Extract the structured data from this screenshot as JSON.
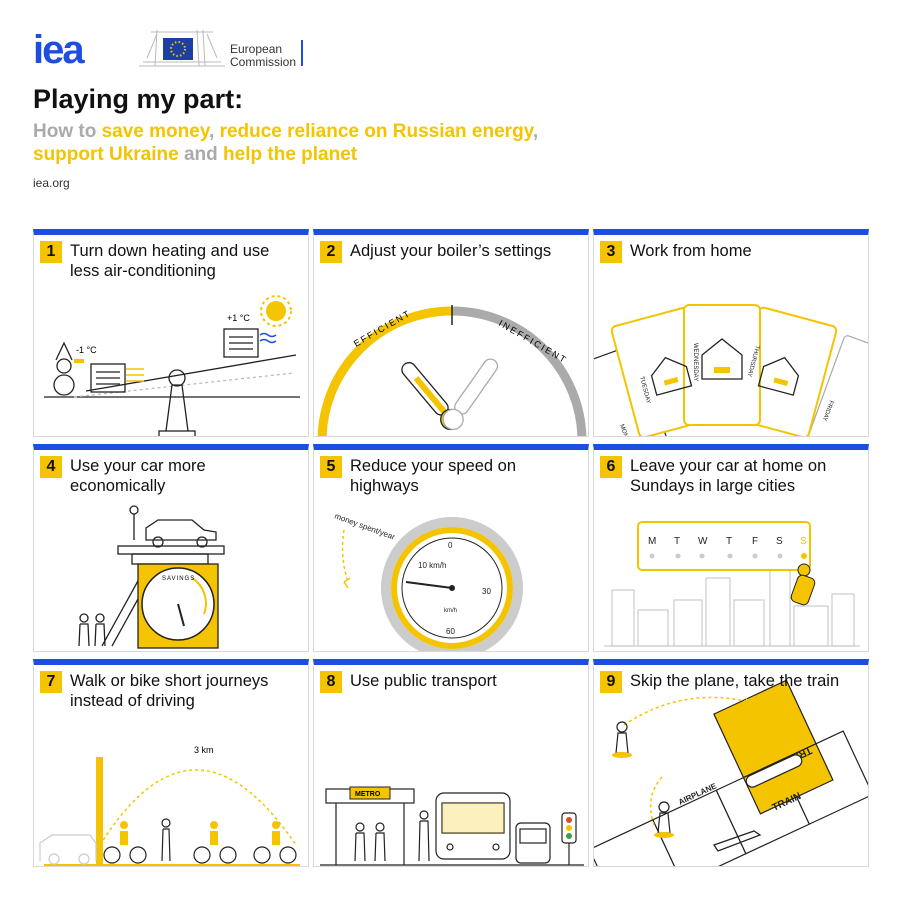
{
  "header": {
    "logo_text": "iea",
    "partner": "European Commission",
    "partner_line1": "European",
    "partner_line2": "Commission",
    "title": "Playing my part:",
    "subtitle_parts": [
      "How to ",
      "save money",
      ", ",
      "reduce reliance on Russian energy",
      ", ",
      "support Ukraine",
      " and ",
      "help the planet"
    ],
    "site": "iea.org"
  },
  "colors": {
    "accent_blue": "#1d4ee0",
    "accent_yellow": "#f4c400",
    "grey": "#aaaaaa"
  },
  "cards": [
    {
      "num": "1",
      "title": "Turn down heating and use less air-conditioning",
      "labels": [
        "-1 °C",
        "+1 °C"
      ]
    },
    {
      "num": "2",
      "title": "Adjust your boiler’s settings",
      "labels": [
        "EFFICIENT",
        "INEFFICIENT"
      ]
    },
    {
      "num": "3",
      "title": "Work from home",
      "labels": [
        "MONDAY",
        "TUESDAY",
        "WEDNESDAY",
        "THURSDAY",
        "FRIDAY"
      ]
    },
    {
      "num": "4",
      "title": "Use your car more economically",
      "labels": [
        "SAVINGS"
      ]
    },
    {
      "num": "5",
      "title": "Reduce your speed on highways",
      "labels": [
        "money spent/year",
        "10 km/h",
        "0",
        "30",
        "60",
        "km/h"
      ]
    },
    {
      "num": "6",
      "title": "Leave your car at home on Sundays in large cities",
      "labels": [
        "M",
        "T",
        "W",
        "T",
        "F",
        "S",
        "S"
      ]
    },
    {
      "num": "7",
      "title": "Walk or bike short journeys instead of driving",
      "labels": [
        "3 km"
      ]
    },
    {
      "num": "8",
      "title": "Use public transport",
      "labels": [
        "METRO"
      ]
    },
    {
      "num": "9",
      "title": "Skip the plane, take the train",
      "labels": [
        "AIRPLANE",
        "TRAIN",
        "TRAIN"
      ]
    }
  ]
}
